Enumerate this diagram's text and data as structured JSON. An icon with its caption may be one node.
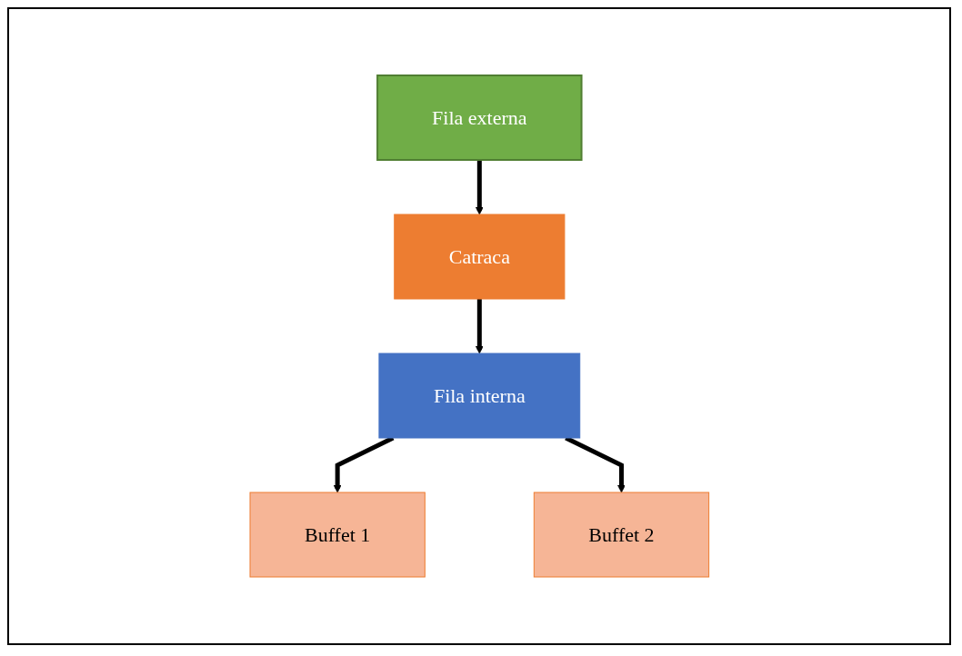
{
  "diagram": {
    "nodes": [
      {
        "text": [
          "Fila externa"
        ]
      },
      {
        "text": [
          "Catraca"
        ]
      },
      {
        "text": [
          "Fila interna"
        ]
      },
      {
        "text": [
          "Buffet 1"
        ]
      },
      {
        "text": [
          "Buffet 2"
        ]
      }
    ],
    "edges": [
      {
        "from": 0,
        "to": 1,
        "arrow": "to"
      },
      {
        "from": 1,
        "to": 2,
        "arrow": "to"
      },
      {
        "from": 2,
        "to": 3,
        "arrow": "to"
      },
      {
        "from": 2,
        "to": 4,
        "arrow": "to"
      }
    ]
  }
}
